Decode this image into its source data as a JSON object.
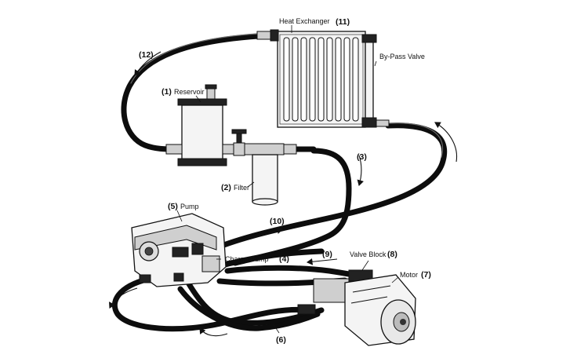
{
  "labels": {
    "heat_exchanger": "Heat Exchanger",
    "heat_exchanger_num": "(11)",
    "bypass_valve": "By-Pass Valve",
    "hose_12": "(12)",
    "reservoir_num": "(1)",
    "reservoir": "Reservoir",
    "hose_3": "(3)",
    "filter_num": "(2)",
    "filter": "Filter",
    "pump_num": "(5)",
    "pump": "Pump",
    "hose_10": "(10)",
    "charge_pump": "Charge Pump",
    "charge_pump_num": "(4)",
    "hose_9": "(9)",
    "valve_block": "Valve Block",
    "valve_block_num": "(8)",
    "motor": "Motor",
    "motor_num": "(7)",
    "hose_6": "(6)"
  }
}
